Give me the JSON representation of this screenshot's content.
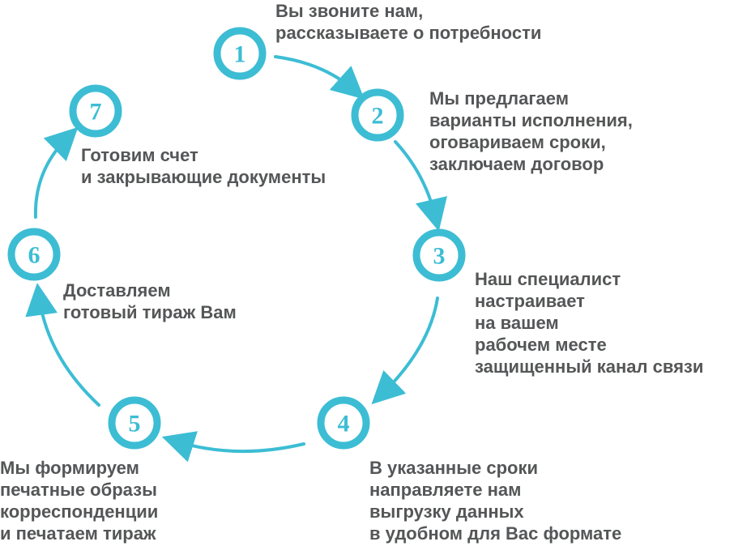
{
  "steps": [
    {
      "number": "1",
      "lines": [
        "Вы звоните нам,",
        "рассказываете о потребности"
      ]
    },
    {
      "number": "2",
      "lines": [
        "Мы предлагаем",
        "варианты исполнения,",
        "оговариваем сроки,",
        "заключаем договор"
      ]
    },
    {
      "number": "3",
      "lines": [
        "Наш специалист",
        "настраивает",
        "на вашем",
        "рабочем месте",
        "защищенный канал связи"
      ]
    },
    {
      "number": "4",
      "lines": [
        "В указанные сроки",
        "направляете нам",
        "выгрузку данных",
        "в удобном для Вас формате"
      ]
    },
    {
      "number": "5",
      "lines": [
        "Мы формируем",
        "печатные образы",
        "корреспонденции",
        "и печатаем тираж"
      ]
    },
    {
      "number": "6",
      "lines": [
        "Доставляем",
        "готовый тираж Вам"
      ]
    },
    {
      "number": "7",
      "lines": [
        "Готовим счет",
        "и закрывающие документы"
      ]
    }
  ],
  "colors": {
    "accent": "#3cbdd4",
    "text": "#555657",
    "background": "#ffffff"
  }
}
